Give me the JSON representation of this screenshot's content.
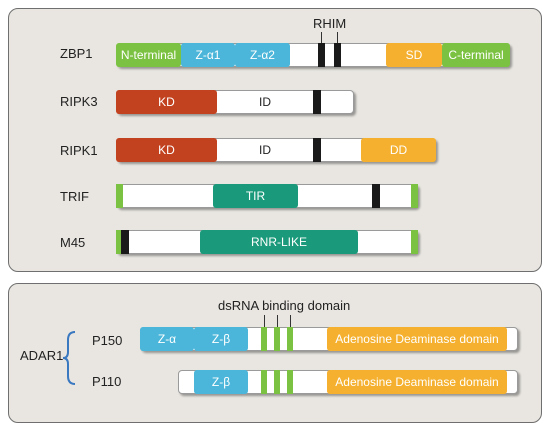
{
  "colors": {
    "green": "#7cc242",
    "blue": "#4bb6d9",
    "orange": "#f4b02e",
    "red": "#c2411e",
    "teal": "#1a9a7a",
    "black": "#1a1a1a",
    "white": "#ffffff",
    "panel_bg": "#e9e6e1"
  },
  "top_panel": {
    "rhim_label": "RHIM",
    "proteins": [
      {
        "name": "ZBP1",
        "segments": [
          "N-terminal",
          "Z-α1",
          "Z-α2",
          "SD",
          "C-terminal"
        ]
      },
      {
        "name": "RIPK3",
        "segments": [
          "KD",
          "ID"
        ]
      },
      {
        "name": "RIPK1",
        "segments": [
          "KD",
          "ID",
          "DD"
        ]
      },
      {
        "name": "TRIF",
        "segments": [
          "TIR"
        ]
      },
      {
        "name": "M45",
        "segments": [
          "RNR-LIKE"
        ]
      }
    ]
  },
  "bottom_panel": {
    "protein": "ADAR1",
    "dsrna_label": "dsRNA binding domain",
    "isoforms": [
      {
        "name": "P150",
        "segments": [
          "Z-α",
          "Z-β",
          "Adenosine Deaminase domain"
        ]
      },
      {
        "name": "P110",
        "segments": [
          "Z-β",
          "Adenosine Deaminase domain"
        ]
      }
    ]
  }
}
